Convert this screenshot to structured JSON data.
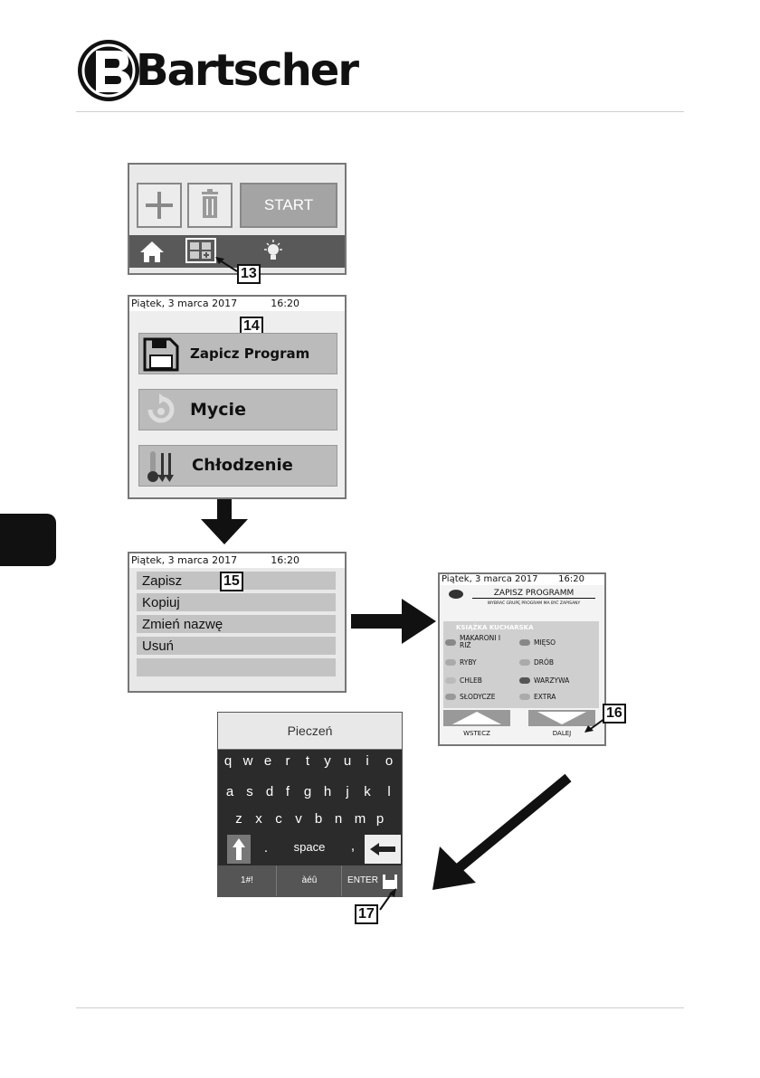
{
  "brand": "Bartscher",
  "screen1": {
    "start_label": "START",
    "callout": "13",
    "icons": [
      "plus-icon",
      "trash-icon",
      "home-icon",
      "grid-add-icon",
      "lightbulb-icon"
    ]
  },
  "screen2": {
    "date": "Piątek, 3 marca 2017",
    "time": "16:20",
    "callout": "14",
    "items": [
      {
        "label": "Zapicz Program",
        "icon": "floppy-icon"
      },
      {
        "label": "Mycie",
        "icon": "wash-icon"
      },
      {
        "label": "Chłodzenie",
        "icon": "cooling-icon"
      }
    ]
  },
  "screen3": {
    "date": "Piątek, 3 marca 2017",
    "time": "16:20",
    "callout": "15",
    "items": [
      "Zapisz",
      "Kopiuj",
      "Zmień nazwę",
      "Usuń",
      ""
    ]
  },
  "screen4": {
    "date": "Piątek, 3 marca 2017",
    "time": "16:20",
    "title": "ZAPISZ PROGRAMM",
    "subtitle": "WYBRAĆ GRUPĘ PROGRAM MA BYĆ ZAPISANY",
    "book": "KSIĄŻKA KUCHARSKA",
    "categories": [
      "MAKARONI I RIŻ",
      "MIĘSO",
      "RYBY",
      "DRÓB",
      "CHLEB",
      "WARZYWA",
      "SŁODYCZE",
      "EXTRA"
    ],
    "back": "WSTECZ",
    "next": "DALEJ",
    "callout": "16"
  },
  "keyboard": {
    "input": "Pieczeń",
    "row1": [
      "q",
      "w",
      "e",
      "r",
      "t",
      "y",
      "u",
      "i",
      "o"
    ],
    "row2": [
      "a",
      "s",
      "d",
      "f",
      "g",
      "h",
      "j",
      "k",
      "l"
    ],
    "row3": [
      "z",
      "x",
      "c",
      "v",
      "b",
      "n",
      "m",
      "p"
    ],
    "period": ".",
    "space": "space",
    "comma": ",",
    "sym": "1#!",
    "accents": "àéû",
    "enter": "ENTER",
    "callout": "17"
  },
  "colors": {
    "screen_border": "#777777",
    "button_gray": "#bbbbbb",
    "navbar": "#595959",
    "keyboard_bg": "#2b2b2b"
  }
}
